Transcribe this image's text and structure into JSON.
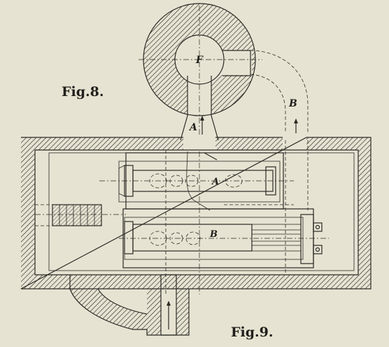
{
  "figures": {
    "fig8": "Fig.8.",
    "fig9": "Fig.9."
  },
  "labels": {
    "F": "F",
    "A_flue": "A",
    "B_flue": "B",
    "A_retort": "A",
    "B_retort": "B"
  },
  "colors": {
    "paper": "#e7e3d2",
    "ink": "#2b2a26"
  }
}
